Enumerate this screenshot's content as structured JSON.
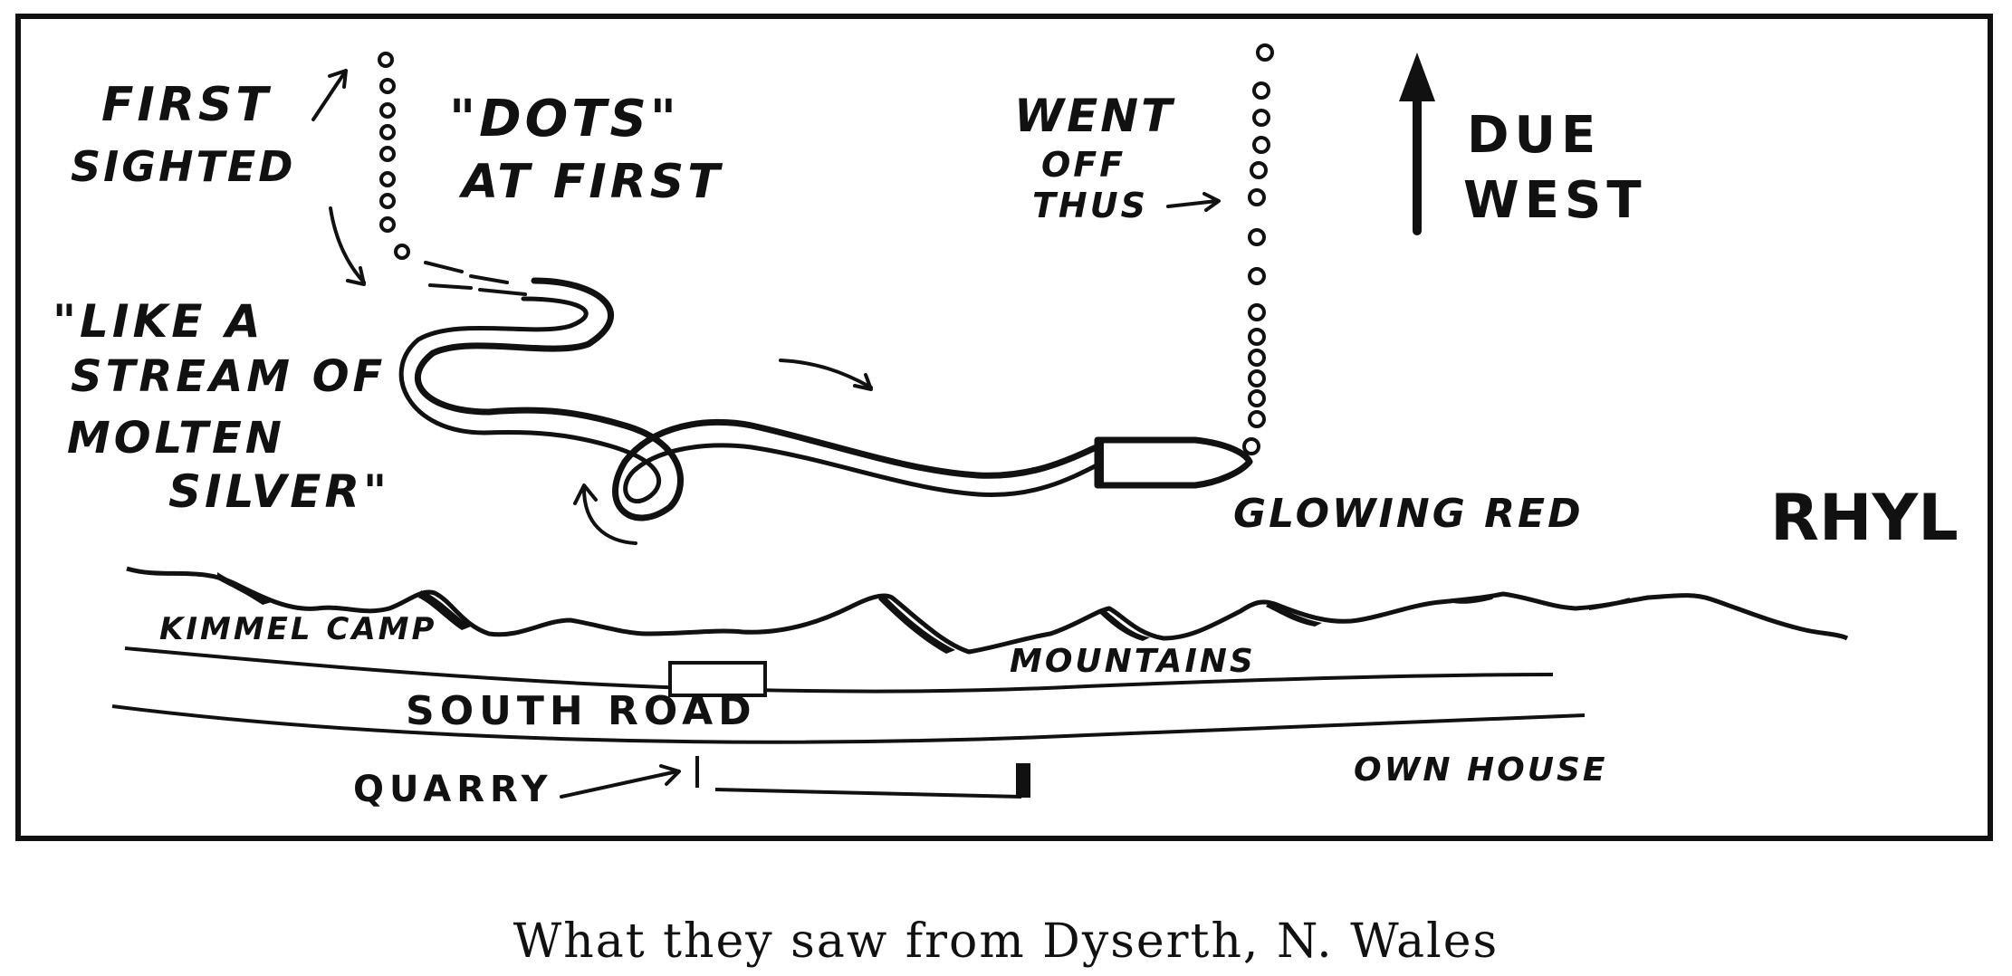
{
  "labels": {
    "first_sighted_1": "FIRST",
    "first_sighted_2": "SIGHTED",
    "dots_1": "\"DOTS\"",
    "dots_2": "AT FIRST",
    "stream_1": "\"LIKE A",
    "stream_2": "STREAM OF",
    "stream_3": "MOLTEN",
    "stream_4": "SILVER\"",
    "went_1": "WENT",
    "went_2": "OFF",
    "went_3": "THUS",
    "due_1": "DUE",
    "due_2": "WEST",
    "glowing": "GLOWING RED",
    "rhyl": "RHYL",
    "kimmel": "KIMMEL CAMP",
    "mountains": "MOUNTAINS",
    "south_road": "SOUTH ROAD",
    "quarry": "QUARRY",
    "own_house": "OWN HOUSE"
  },
  "caption": "What they saw from Dyserth, N. Wales"
}
